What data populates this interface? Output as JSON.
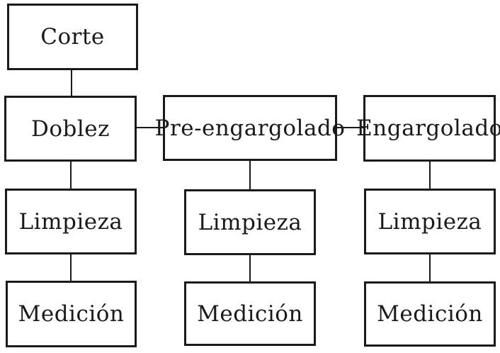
{
  "diagram": {
    "type": "process-flowchart",
    "colors": {
      "background": "#ffffff",
      "border": "#1a1a1a",
      "text": "#1a1a1a",
      "connector": "#1a1a1a"
    },
    "columns": [
      {
        "name": "doblez-line",
        "boxes": [
          {
            "label": "Corte"
          },
          {
            "label": "Doblez"
          },
          {
            "label": "Limpieza"
          },
          {
            "label": "Medición"
          }
        ]
      },
      {
        "name": "pre-engargolado-line",
        "boxes": [
          {
            "label": "Pre-engargolado"
          },
          {
            "label": "Limpieza"
          },
          {
            "label": "Medición"
          }
        ]
      },
      {
        "name": "engargolado-line",
        "boxes": [
          {
            "label": "Engargolado"
          },
          {
            "label": "Limpieza"
          },
          {
            "label": "Medición"
          }
        ]
      }
    ],
    "connections": [
      {
        "from": "Corte",
        "to": "Doblez",
        "orientation": "vertical"
      },
      {
        "from": "Doblez",
        "to": "Limpieza (col 1)",
        "orientation": "vertical"
      },
      {
        "from": "Limpieza (col 1)",
        "to": "Medición (col 1)",
        "orientation": "vertical"
      },
      {
        "from": "Doblez",
        "to": "Pre-engargolado",
        "orientation": "horizontal"
      },
      {
        "from": "Pre-engargolado",
        "to": "Engargolado",
        "orientation": "horizontal"
      },
      {
        "from": "Pre-engargolado",
        "to": "Limpieza (col 2)",
        "orientation": "vertical"
      },
      {
        "from": "Limpieza (col 2)",
        "to": "Medición (col 2)",
        "orientation": "vertical"
      },
      {
        "from": "Engargolado",
        "to": "Limpieza (col 3)",
        "orientation": "vertical"
      },
      {
        "from": "Limpieza (col 3)",
        "to": "Medición (col 3)",
        "orientation": "vertical"
      }
    ]
  }
}
